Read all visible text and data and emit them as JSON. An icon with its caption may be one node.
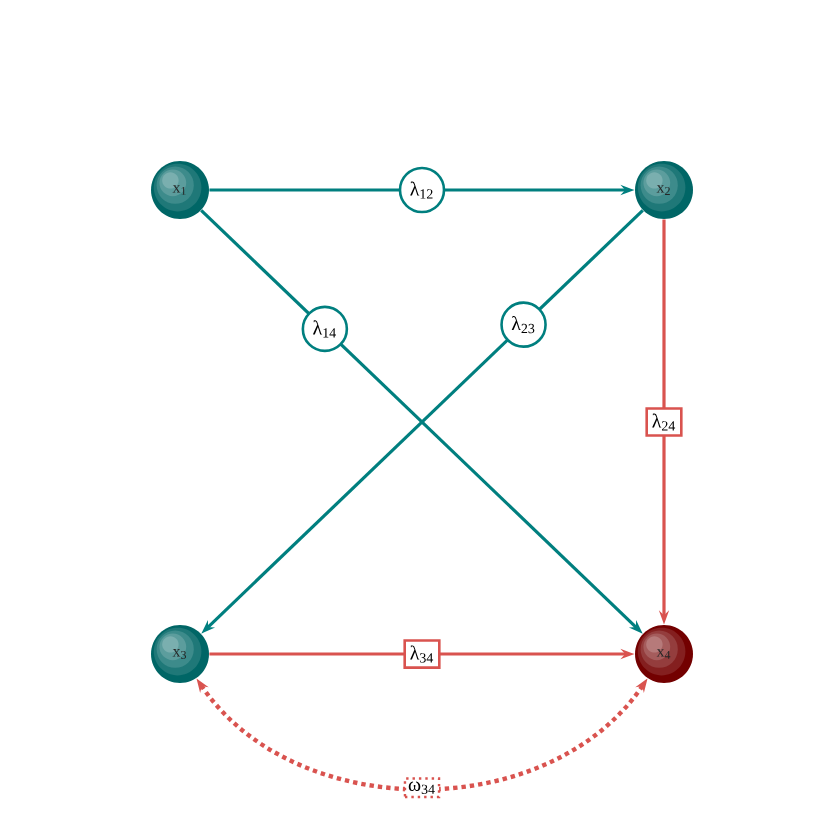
{
  "diagram": {
    "nodes": [
      {
        "text": [
          "x$_{1}$"
        ]
      },
      {
        "text": [
          "x$_{2}$"
        ]
      },
      {
        "text": [
          "x$_{3}$"
        ]
      },
      {
        "text": [
          "x$_{4}$"
        ]
      }
    ],
    "edges": [
      {
        "from": 0,
        "to": 1,
        "arrow": "to",
        "label": "λ$_{12}$"
      },
      {
        "from": 0,
        "to": 3,
        "arrow": "to",
        "label": "λ$_{14}$"
      },
      {
        "from": 1,
        "to": 2,
        "arrow": "to",
        "label": "λ$_{23}$"
      },
      {
        "from": 1,
        "to": 3,
        "arrow": "to",
        "label": "λ$_{24}$",
        "color": "#d9534f"
      },
      {
        "from": 2,
        "to": 3,
        "arrow": "to",
        "label": "λ$_{34}$",
        "color": "#d9534f"
      },
      {
        "from": 2,
        "to": 3,
        "arrow": "both",
        "label": "ω$_{34}$",
        "color": "#d9534f",
        "style": "dashed"
      }
    ]
  }
}
